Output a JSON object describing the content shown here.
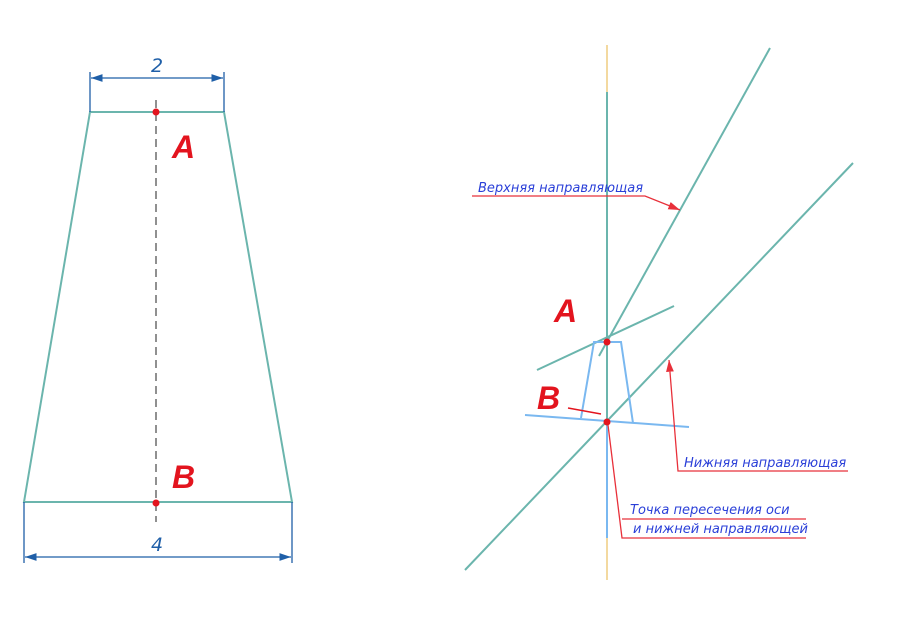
{
  "left_view": {
    "dimension_top": "2",
    "dimension_bottom": "4",
    "point_a": "A",
    "point_b": "B"
  },
  "right_view": {
    "point_a": "A",
    "point_b": "B",
    "upper_guide_label": "Верхняя направляющая",
    "lower_guide_label": "Нижняя направляющая",
    "intersection_label_line1": "Точка пересечения оси",
    "intersection_label_line2": "и нижней направляющей"
  },
  "colors": {
    "outline": "#6bb5ad",
    "dimension": "#1f5fa8",
    "points": "#e3141e",
    "axis_end": "#f3d9a0",
    "part": "#7ab8f0",
    "leader": "#e8303a",
    "label_text": "#2a3fd8"
  }
}
